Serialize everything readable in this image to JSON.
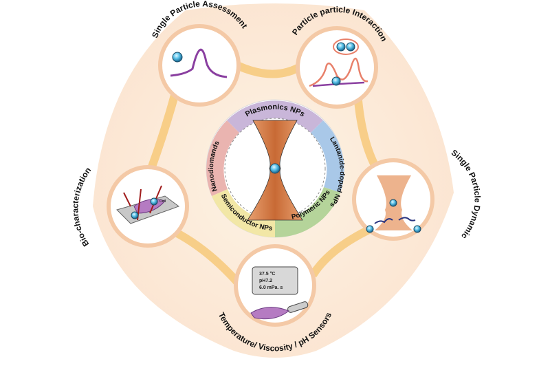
{
  "center": {
    "segments": [
      {
        "label": "Plasmonics NPs",
        "color": "#c9b6d9"
      },
      {
        "label": "Lantanide-doped NPs",
        "color": "#a9c8e8"
      },
      {
        "label": "Polymeric NPs",
        "color": "#b5d49a"
      },
      {
        "label": "Semiconductor NPs",
        "color": "#f2e7a6"
      },
      {
        "label": "Nanodiomands",
        "color": "#eab4b0"
      }
    ]
  },
  "nodes": [
    {
      "label": "Single Particle Assessment"
    },
    {
      "label": "Particle particle Interaction"
    },
    {
      "label": "Single Particle Dynamic"
    },
    {
      "label": "Temperature/ Viscosity / pH  Sensors"
    },
    {
      "label": "Bio-characterization"
    }
  ],
  "sensor_display": {
    "temperature": "37.5 °C",
    "ph": "pH7.2",
    "viscosity": "6.0 mPa. s"
  },
  "cell_label": "Cell",
  "colors": {
    "background": "#fcebd9",
    "connector": "#f7c97a",
    "ring": "#f4c9a6",
    "beam": "#d9804a",
    "particle": "#4fb8e0"
  }
}
